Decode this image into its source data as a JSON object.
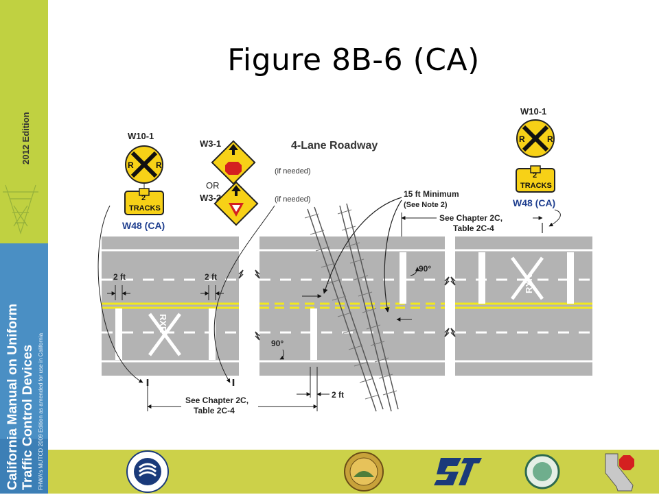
{
  "slide": {
    "title": "Figure 8B-6 (CA)",
    "edition": "2012 Edition",
    "manual_title_line1": "California Manual on Uniform",
    "manual_title_line2": "Traffic Control Devices",
    "manual_subtitle": "FHWA's MUTCD 2009 Edition as amended for use in California"
  },
  "diagram": {
    "heading": "4-Lane Roadway",
    "signs": {
      "w10_1_left": "W10-1",
      "w10_1_right": "W10-1",
      "w48_left": "W48 (CA)",
      "w48_right": "W48 (CA)",
      "w3_1": "W3-1",
      "or": "OR",
      "w3_2": "W3-2",
      "if_needed_1": "(if needed)",
      "if_needed_2": "(if needed)",
      "crossbuck_r": "R",
      "tracks_number": "2",
      "tracks_word": "TRACKS"
    },
    "callouts": {
      "min_line1": "15 ft Minimum",
      "min_line2": "(See Note 2)",
      "chapter_top_line1": "See Chapter 2C,",
      "chapter_top_line2": "Table 2C-4",
      "chapter_bottom_line1": "See Chapter 2C,",
      "chapter_bottom_line2": "Table 2C-4",
      "dim_2ft_left": "2 ft",
      "dim_2ft_mid": "2 ft",
      "dim_2ft_bottom": "2 ft",
      "angle_top": "90°",
      "angle_bottom": "90°"
    },
    "pavement_marking": "RXR"
  },
  "colors": {
    "sidebar_green": "#c4d545",
    "sidebar_blue": "#4a8fc4",
    "sign_yellow": "#f7d117",
    "road_gray": "#b3b3b3",
    "centerline_yellow": "#f2e81d",
    "callout_blue": "#1f3f8f"
  }
}
